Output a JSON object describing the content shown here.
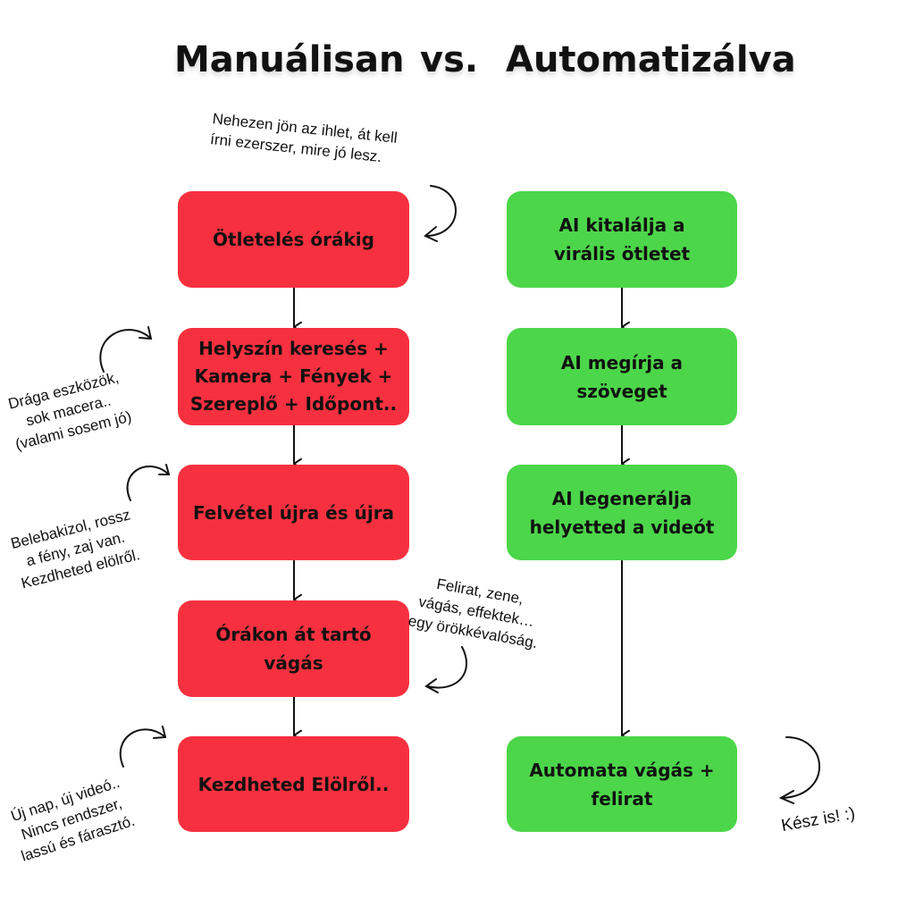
{
  "title": {
    "left": "Manuálisan",
    "vs": "vs.",
    "right": "Automatizálva"
  },
  "colors": {
    "manual": "#f7303f",
    "automated": "#4cd64a",
    "text": "#111111"
  },
  "manual_steps": [
    {
      "label": "Ötletelés órákig"
    },
    {
      "label": "Helyszín keresés + Kamera + Fények + Szereplő + Időpont.."
    },
    {
      "label": "Felvétel újra és újra"
    },
    {
      "label": "Órákon át tartó vágás"
    },
    {
      "label": "Kezdheted Elölről.."
    }
  ],
  "automated_steps": [
    {
      "label": "AI kitalálja a virális ötletet"
    },
    {
      "label": "AI megírja a szöveget"
    },
    {
      "label": "AI legenerálja helyetted a videót"
    },
    {
      "label": "Automata vágás + felirat"
    }
  ],
  "notes": {
    "ideas": "Nehezen jön az ihlet, át kell\nírni ezerszer, mire jó lesz.",
    "equipment": "Drága eszközök,\nsok macera..\n(valami sosem jó)",
    "recording": "Belebakizol, rossz\na fény, zaj van.\nKezdheted elölről.",
    "editing": "Felirat, zene,\nvágás, effektek…\negy örökkévalóság.",
    "restart": "Új nap, új videó..\nNincs rendszer,\nlassú és fárasztó.",
    "done": "Kész is! :)"
  }
}
